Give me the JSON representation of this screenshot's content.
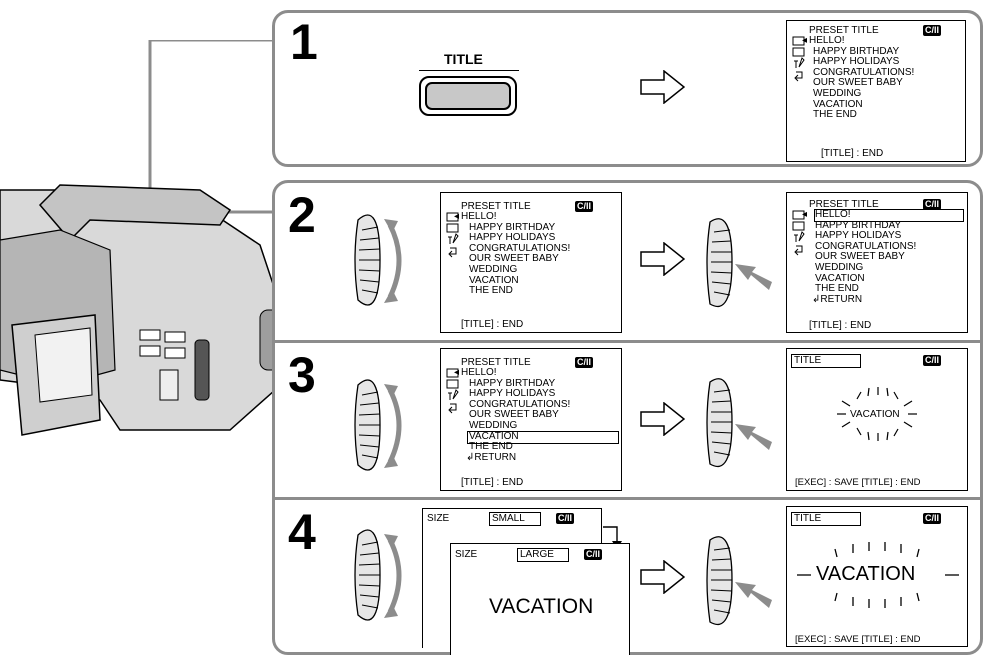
{
  "steps": [
    "1",
    "2",
    "3",
    "4"
  ],
  "title_button_label": "TITLE",
  "preset_menu": {
    "header": "PRESET TITLE",
    "items": [
      "HELLO!",
      "HAPPY BIRTHDAY",
      "HAPPY HOLIDAYS",
      "CONGRATULATIONS!",
      "OUR SWEET BABY",
      "WEDDING",
      "VACATION",
      "THE END"
    ],
    "return_label": "RETURN",
    "footer": "[TITLE] : END"
  },
  "title_screen": {
    "label": "TITLE",
    "text_small": "VACATION",
    "text_large": "VACATION",
    "footer": "[EXEC] : SAVE  [TITLE] : END"
  },
  "size_screens": {
    "label": "SIZE",
    "small_value": "SMALL",
    "large_value": "LARGE",
    "preview_text": "VACATION"
  },
  "battery_label": "C/II"
}
